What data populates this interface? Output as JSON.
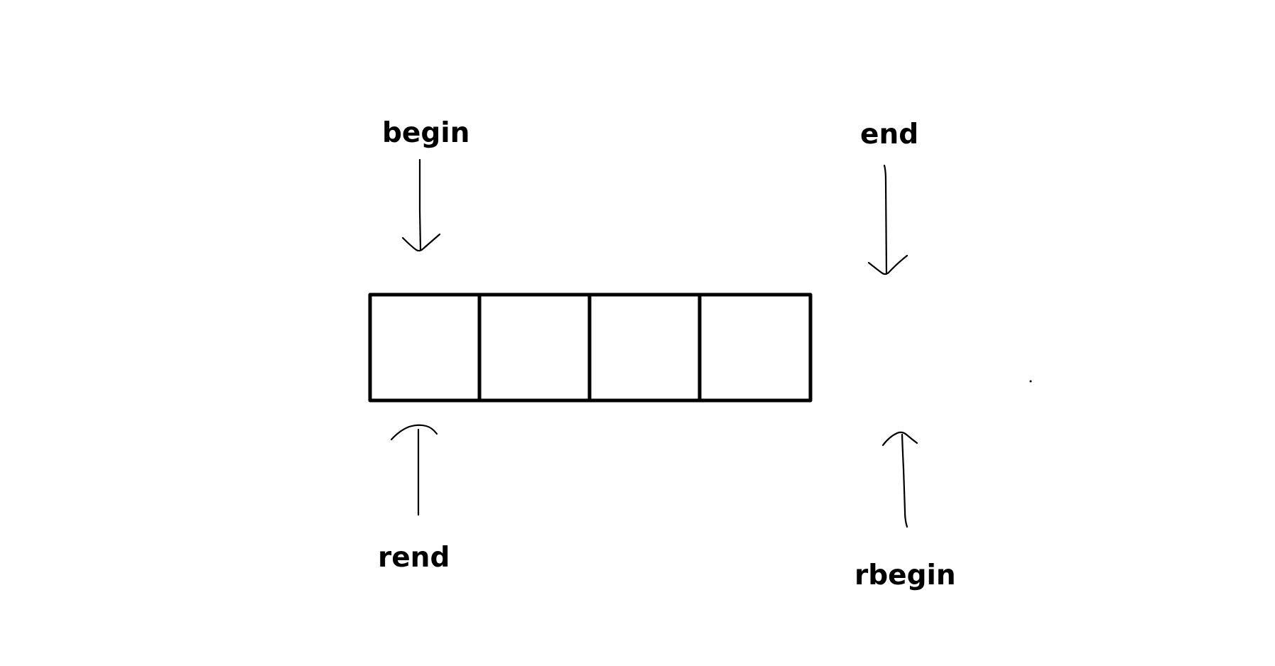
{
  "labels": {
    "begin": "begin",
    "end": "end",
    "rend": "rend",
    "rbegin": "rbegin"
  },
  "array": {
    "cell_count": 4
  },
  "colors": {
    "ink": "#000000",
    "background": "#ffffff"
  }
}
